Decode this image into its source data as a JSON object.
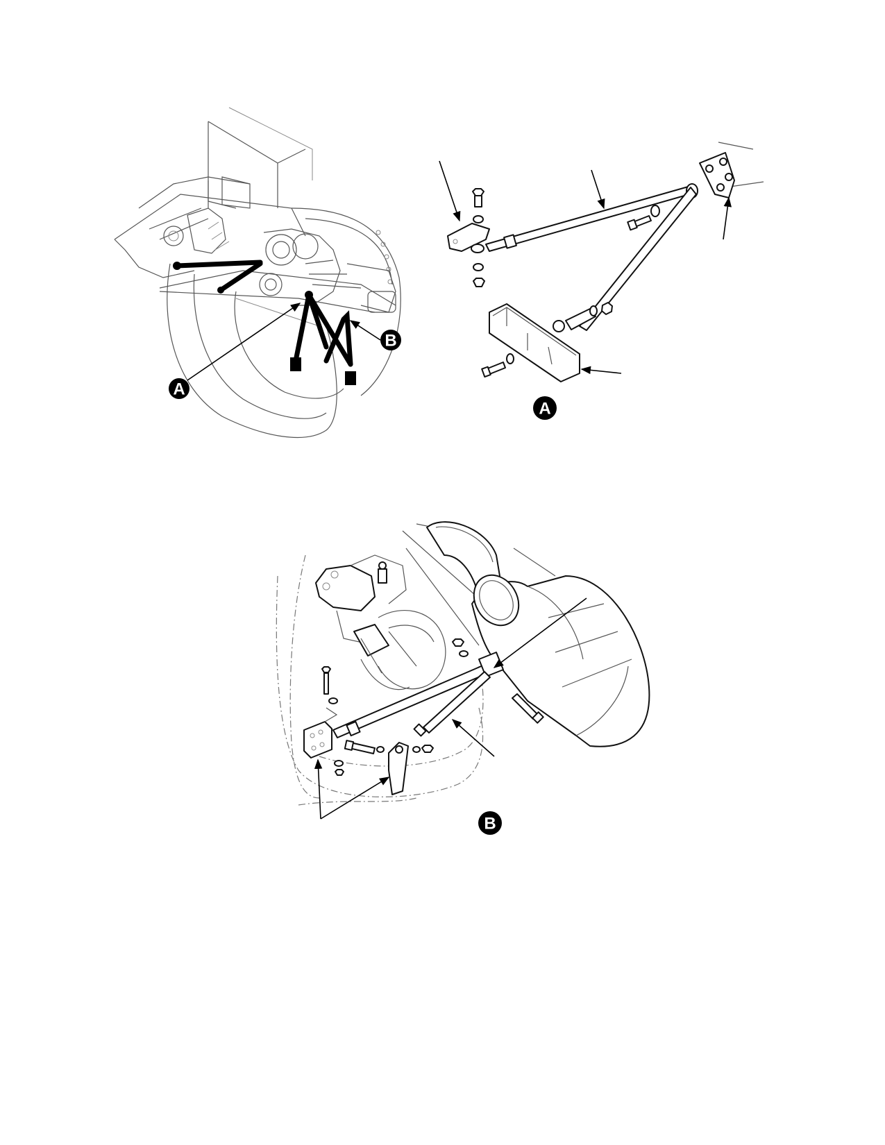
{
  "callouts": {
    "overview_a": "A",
    "overview_b": "B",
    "detail_a": "A",
    "detail_b": "B"
  },
  "colors": {
    "line": "#000000",
    "background": "#ffffff"
  }
}
